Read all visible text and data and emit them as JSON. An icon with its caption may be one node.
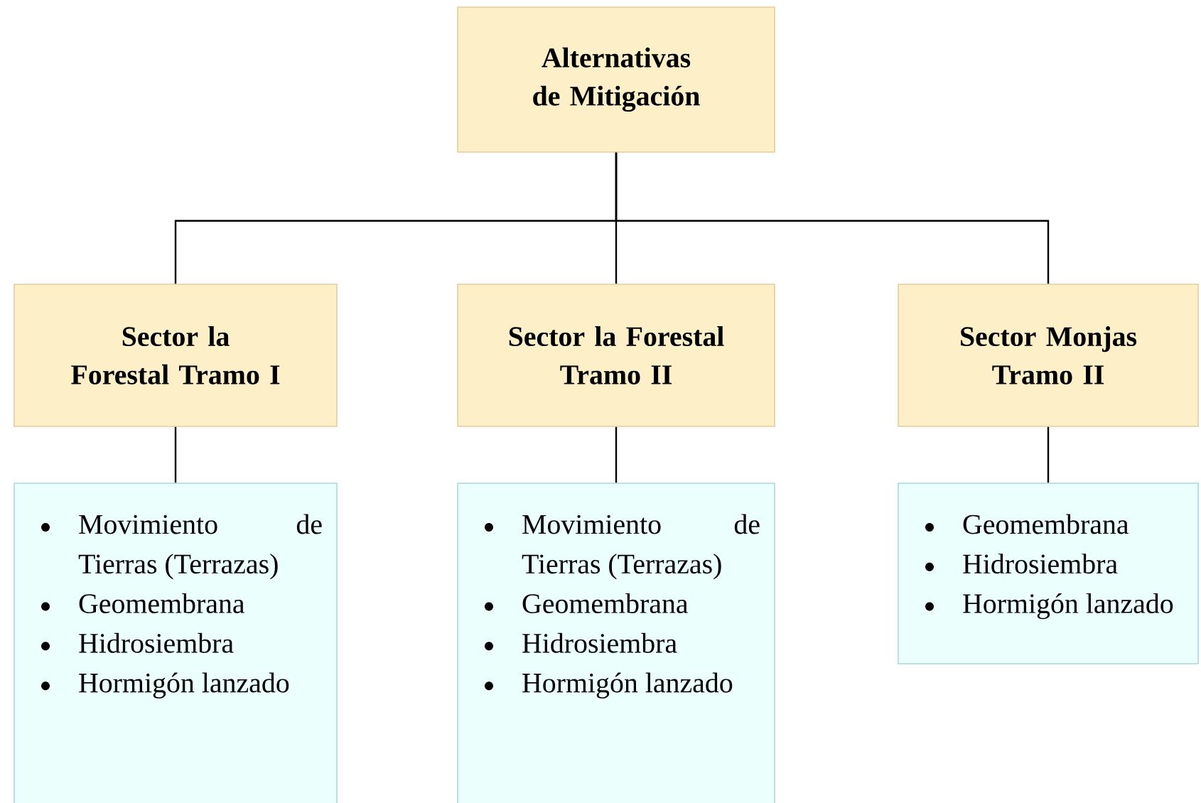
{
  "diagram": {
    "nodes": [
      {
        "text": [
          "Alternativas de Mitigación"
        ]
      },
      {
        "text": [
          "Sector la Forestal Tramo I"
        ]
      },
      {
        "text": [
          "Sector la Forestal Tramo II"
        ]
      },
      {
        "text": [
          "Sector Monjas Tramo II"
        ]
      },
      {
        "text": [
          "Movimiento de Tierras (Terrazas)",
          "Geomembrana",
          "Hidrosiembra",
          "Hormigón lanzado"
        ]
      },
      {
        "text": [
          "Movimiento de Tierras (Terrazas)",
          "Geomembrana",
          "Hidrosiembra",
          "Hormigón lanzado"
        ]
      },
      {
        "text": [
          "Geomembrana",
          "Hidrosiembra",
          "Hormigón lanzado"
        ]
      }
    ],
    "edges": [
      {
        "from": 0,
        "to": 1,
        "arrow": "none"
      },
      {
        "from": 0,
        "to": 2,
        "arrow": "none"
      },
      {
        "from": 0,
        "to": 3,
        "arrow": "none"
      },
      {
        "from": 1,
        "to": 4,
        "arrow": "none"
      },
      {
        "from": 2,
        "to": 5,
        "arrow": "none"
      },
      {
        "from": 3,
        "to": 6,
        "arrow": "none"
      }
    ]
  }
}
